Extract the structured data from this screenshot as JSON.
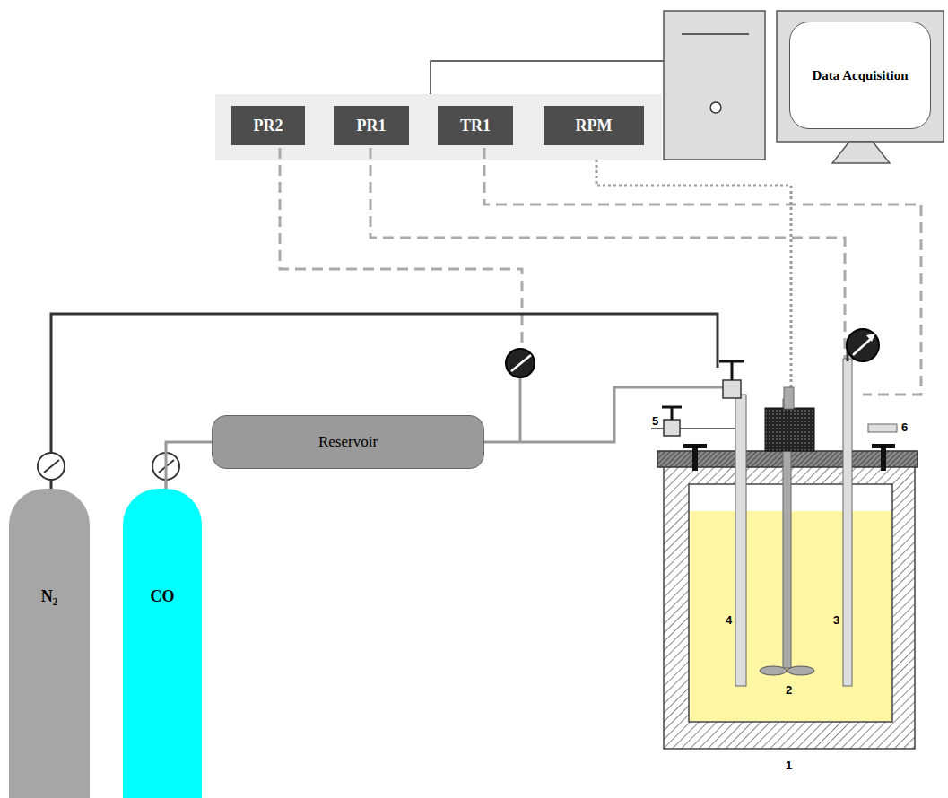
{
  "diagram": {
    "nodes": [
      {
        "text": [
          "PR2"
        ]
      },
      {
        "text": [
          "PR1"
        ]
      },
      {
        "text": [
          "TR1"
        ]
      },
      {
        "text": [
          "RPM"
        ]
      },
      {
        "text": [
          "Data Acquisition"
        ]
      },
      {
        "text": [
          "N₂"
        ]
      },
      {
        "text": [
          "CO"
        ]
      },
      {
        "text": [
          "Reservoir"
        ]
      }
    ],
    "edges": [
      {
        "from": 6,
        "to": 7,
        "arrow": "none"
      }
    ],
    "labels": [
      "1",
      "2",
      "3",
      "4",
      "5",
      "6"
    ]
  }
}
